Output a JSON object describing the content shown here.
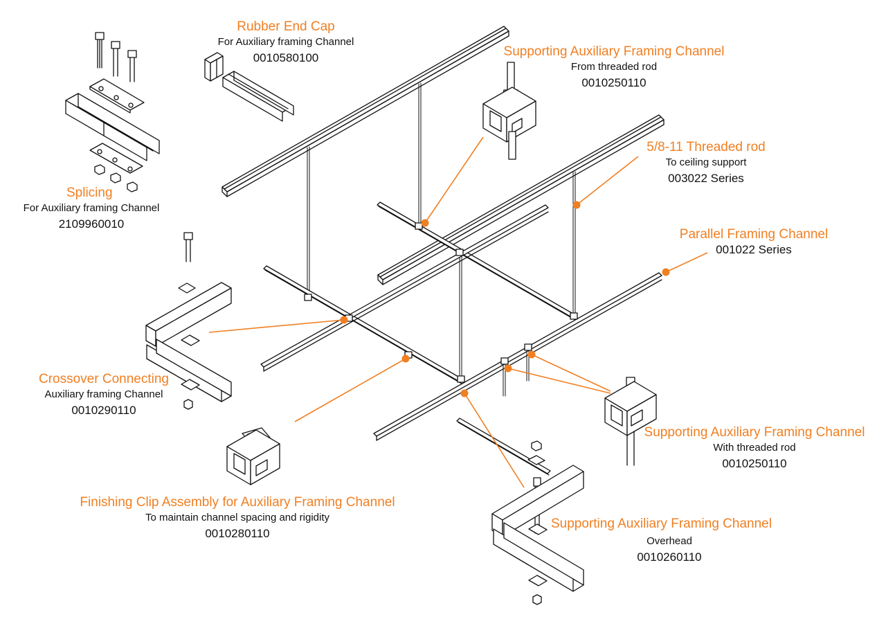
{
  "colors": {
    "accent": "#f07f22",
    "line": "#111111",
    "text": "#111111"
  },
  "callouts": {
    "rubber_end_cap": {
      "title": "Rubber End Cap",
      "sub": "For Auxiliary framing Channel",
      "code": "0010580100"
    },
    "support_from_rod": {
      "title": "Supporting Auxiliary Framing Channel",
      "sub": "From threaded rod",
      "code": "0010250110"
    },
    "threaded_rod": {
      "title": "5/8-11 Threaded rod",
      "sub": "To ceiling support",
      "code": "003022 Series"
    },
    "splicing": {
      "title": "Splicing",
      "sub": "For Auxiliary framing Channel",
      "code": "2109960010"
    },
    "parallel_channel": {
      "title": "Parallel Framing Channel",
      "sub": "",
      "code": "001022 Series"
    },
    "crossover": {
      "title": "Crossover Connecting",
      "sub": "Auxiliary framing Channel",
      "code": "0010290110"
    },
    "support_with_rod": {
      "title": "Supporting Auxiliary Framing Channel",
      "sub": "With threaded rod",
      "code": "0010250110"
    },
    "finishing_clip": {
      "title": "Finishing Clip Assembly for Auxiliary Framing Channel",
      "sub": "To maintain channel spacing and rigidity",
      "code": "0010280110"
    },
    "support_overhead": {
      "title": "Supporting Auxiliary Framing Channel",
      "sub": "Overhead",
      "code": "0010260110"
    }
  }
}
